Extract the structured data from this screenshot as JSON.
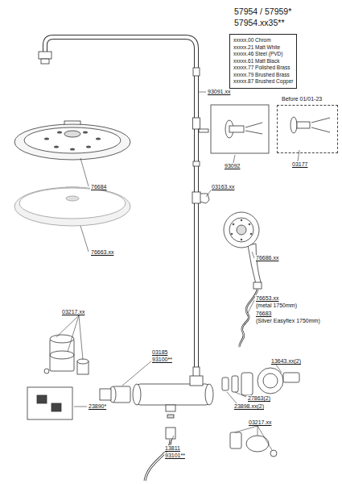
{
  "diagram": {
    "nodes": [
      {
        "text": [
          "xxxxx.00 Chrom",
          "xxxxx.21 Matt White",
          "xxxxx.46 Steel (PVD)",
          "xxxxx.61 Matt Black",
          "xxxxx.77 Polished Brass",
          "xxxxx.79 Brushed Brass",
          "xxxxx.87 Brushed Copper"
        ]
      },
      {
        "text": [
          "Before 01/01-23"
        ]
      }
    ],
    "labels": [
      "57954 / 57959*",
      "57954.xx35**",
      "93091.xx",
      "76684",
      "76663.xx",
      "93092",
      "03177",
      "03163.xx",
      "76686.xx",
      "76653.xx",
      "(metal 1750mm)",
      "76683",
      "(Silver Easyflex 1750mm)",
      "03217.xx",
      "03185",
      "93100**",
      "13643.xx(2)",
      "27863(2)",
      "23898.xx(2)",
      "23890*",
      "13811",
      "93101**",
      "03217.xx"
    ]
  }
}
